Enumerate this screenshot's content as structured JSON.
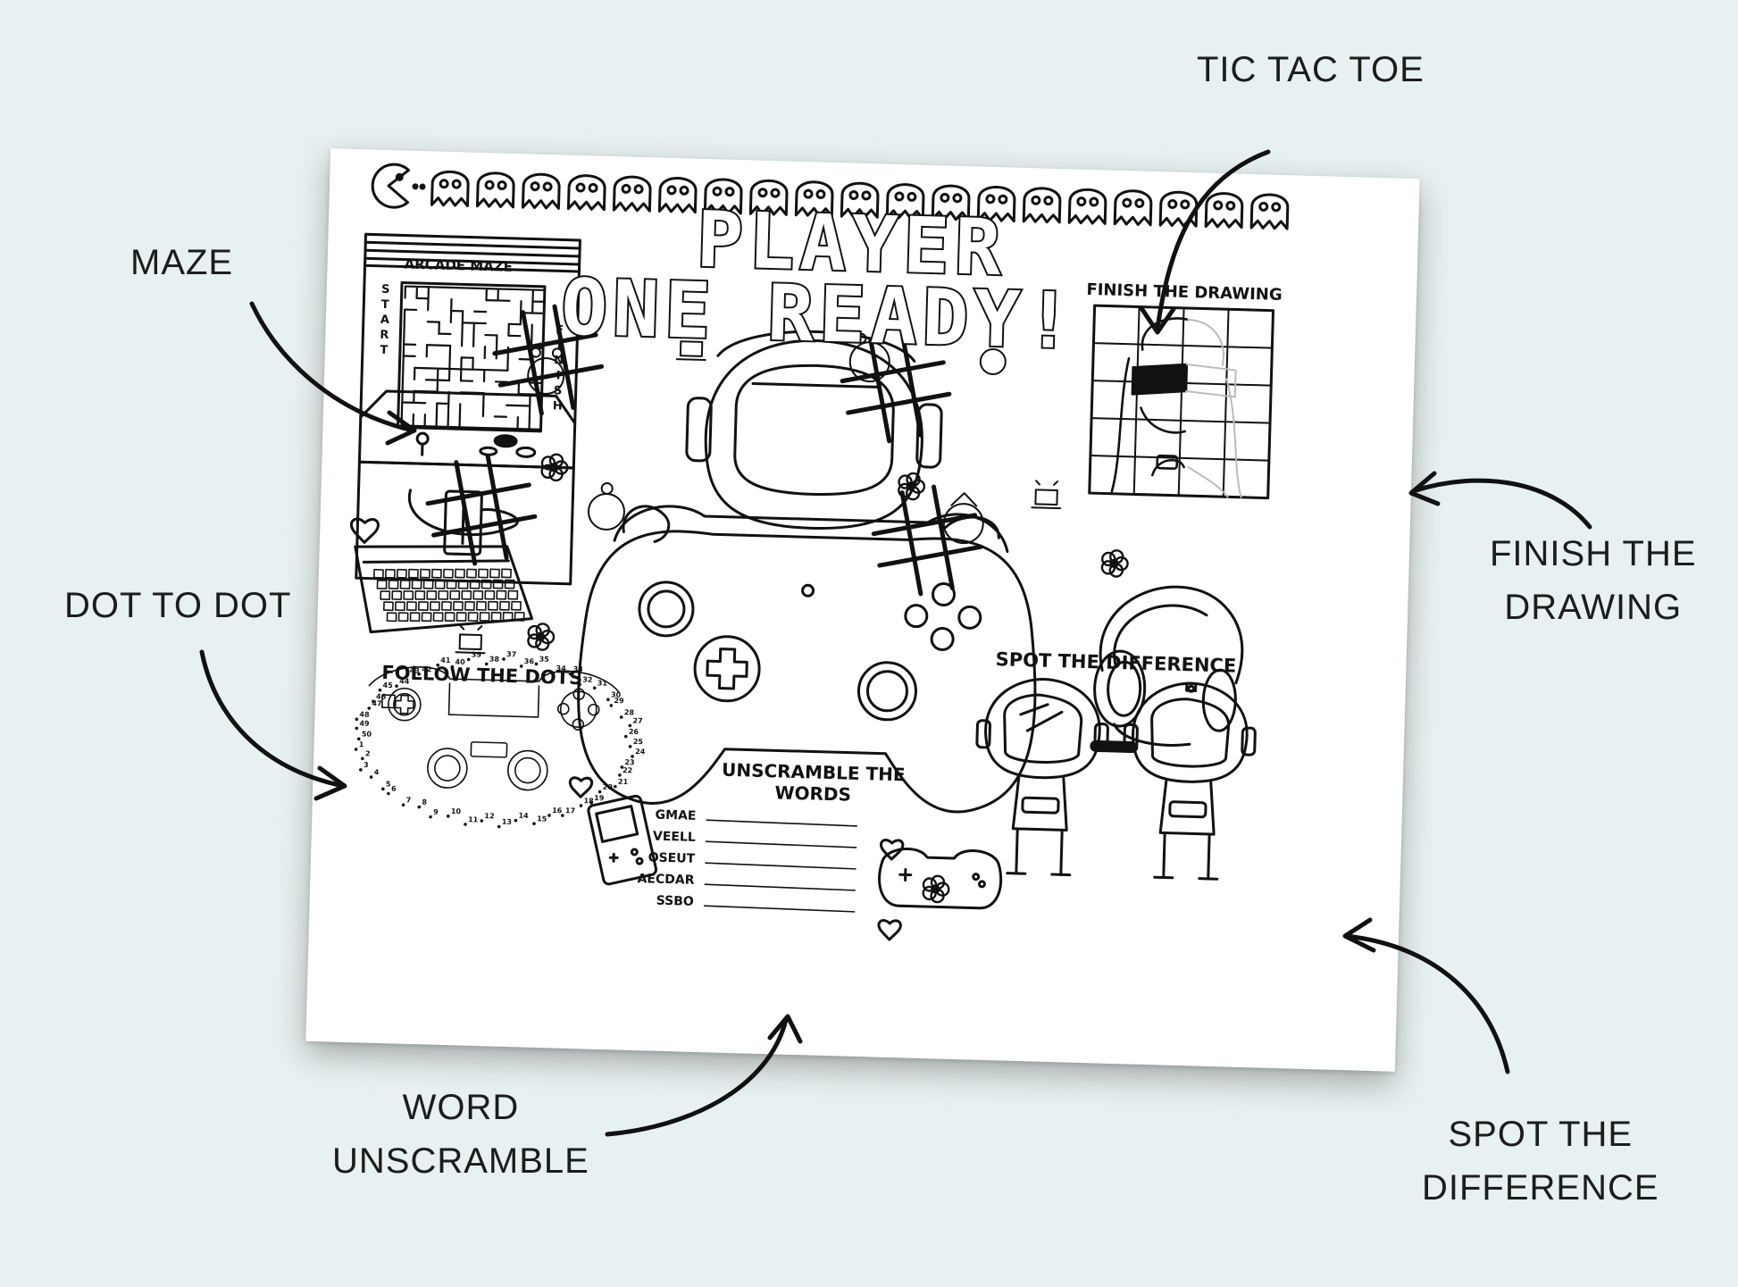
{
  "callouts": {
    "tic_tac_toe": "TIC TAC TOE",
    "maze": "MAZE",
    "dot_to_dot": "DOT TO DOT",
    "finish_the_drawing_line1": "FINISH THE",
    "finish_the_drawing_line2": "DRAWING",
    "word_unscramble_line1": "WORD",
    "word_unscramble_line2": "UNSCRAMBLE",
    "spot_the_difference_line1": "SPOT THE",
    "spot_the_difference_line2": "DIFFERENCE"
  },
  "sheet": {
    "title_line1": "PLAYER",
    "title_line2": "ONE READY!",
    "arcade_maze": {
      "title": "ARCADE MAZE",
      "start": [
        "S",
        "T",
        "A",
        "R",
        "T"
      ],
      "finish": [
        "F",
        "I",
        "N",
        "I",
        "S",
        "H"
      ]
    },
    "finish_drawing_title": "FINISH THE DRAWING",
    "follow_dots_title": "FOLLOW THE DOTS",
    "spot_difference_title": "SPOT THE DIFFERENCE",
    "unscramble": {
      "title_line1": "UNSCRAMBLE THE",
      "title_line2": "WORDS",
      "words": [
        "GMAE",
        "VEELL",
        "OSEUT",
        "AECDAR",
        "SSBO"
      ]
    },
    "dot_numbers": [
      "50",
      "49",
      "48",
      "47",
      "46",
      "45",
      "44",
      "43",
      "42",
      "41",
      "40",
      "39",
      "38",
      "37",
      "36",
      "35",
      "34",
      "33",
      "32",
      "31",
      "30",
      "29",
      "28",
      "27",
      "26",
      "25",
      "24",
      "23",
      "22",
      "21",
      "20",
      "19",
      "18",
      "17",
      "16",
      "15",
      "14",
      "13",
      "12",
      "11",
      "10",
      "9",
      "8",
      "7",
      "6",
      "5",
      "4",
      "3",
      "2",
      "1"
    ]
  },
  "colors": {
    "background": "#e8f1f1",
    "ink": "#111111",
    "paper": "#ffffff"
  }
}
